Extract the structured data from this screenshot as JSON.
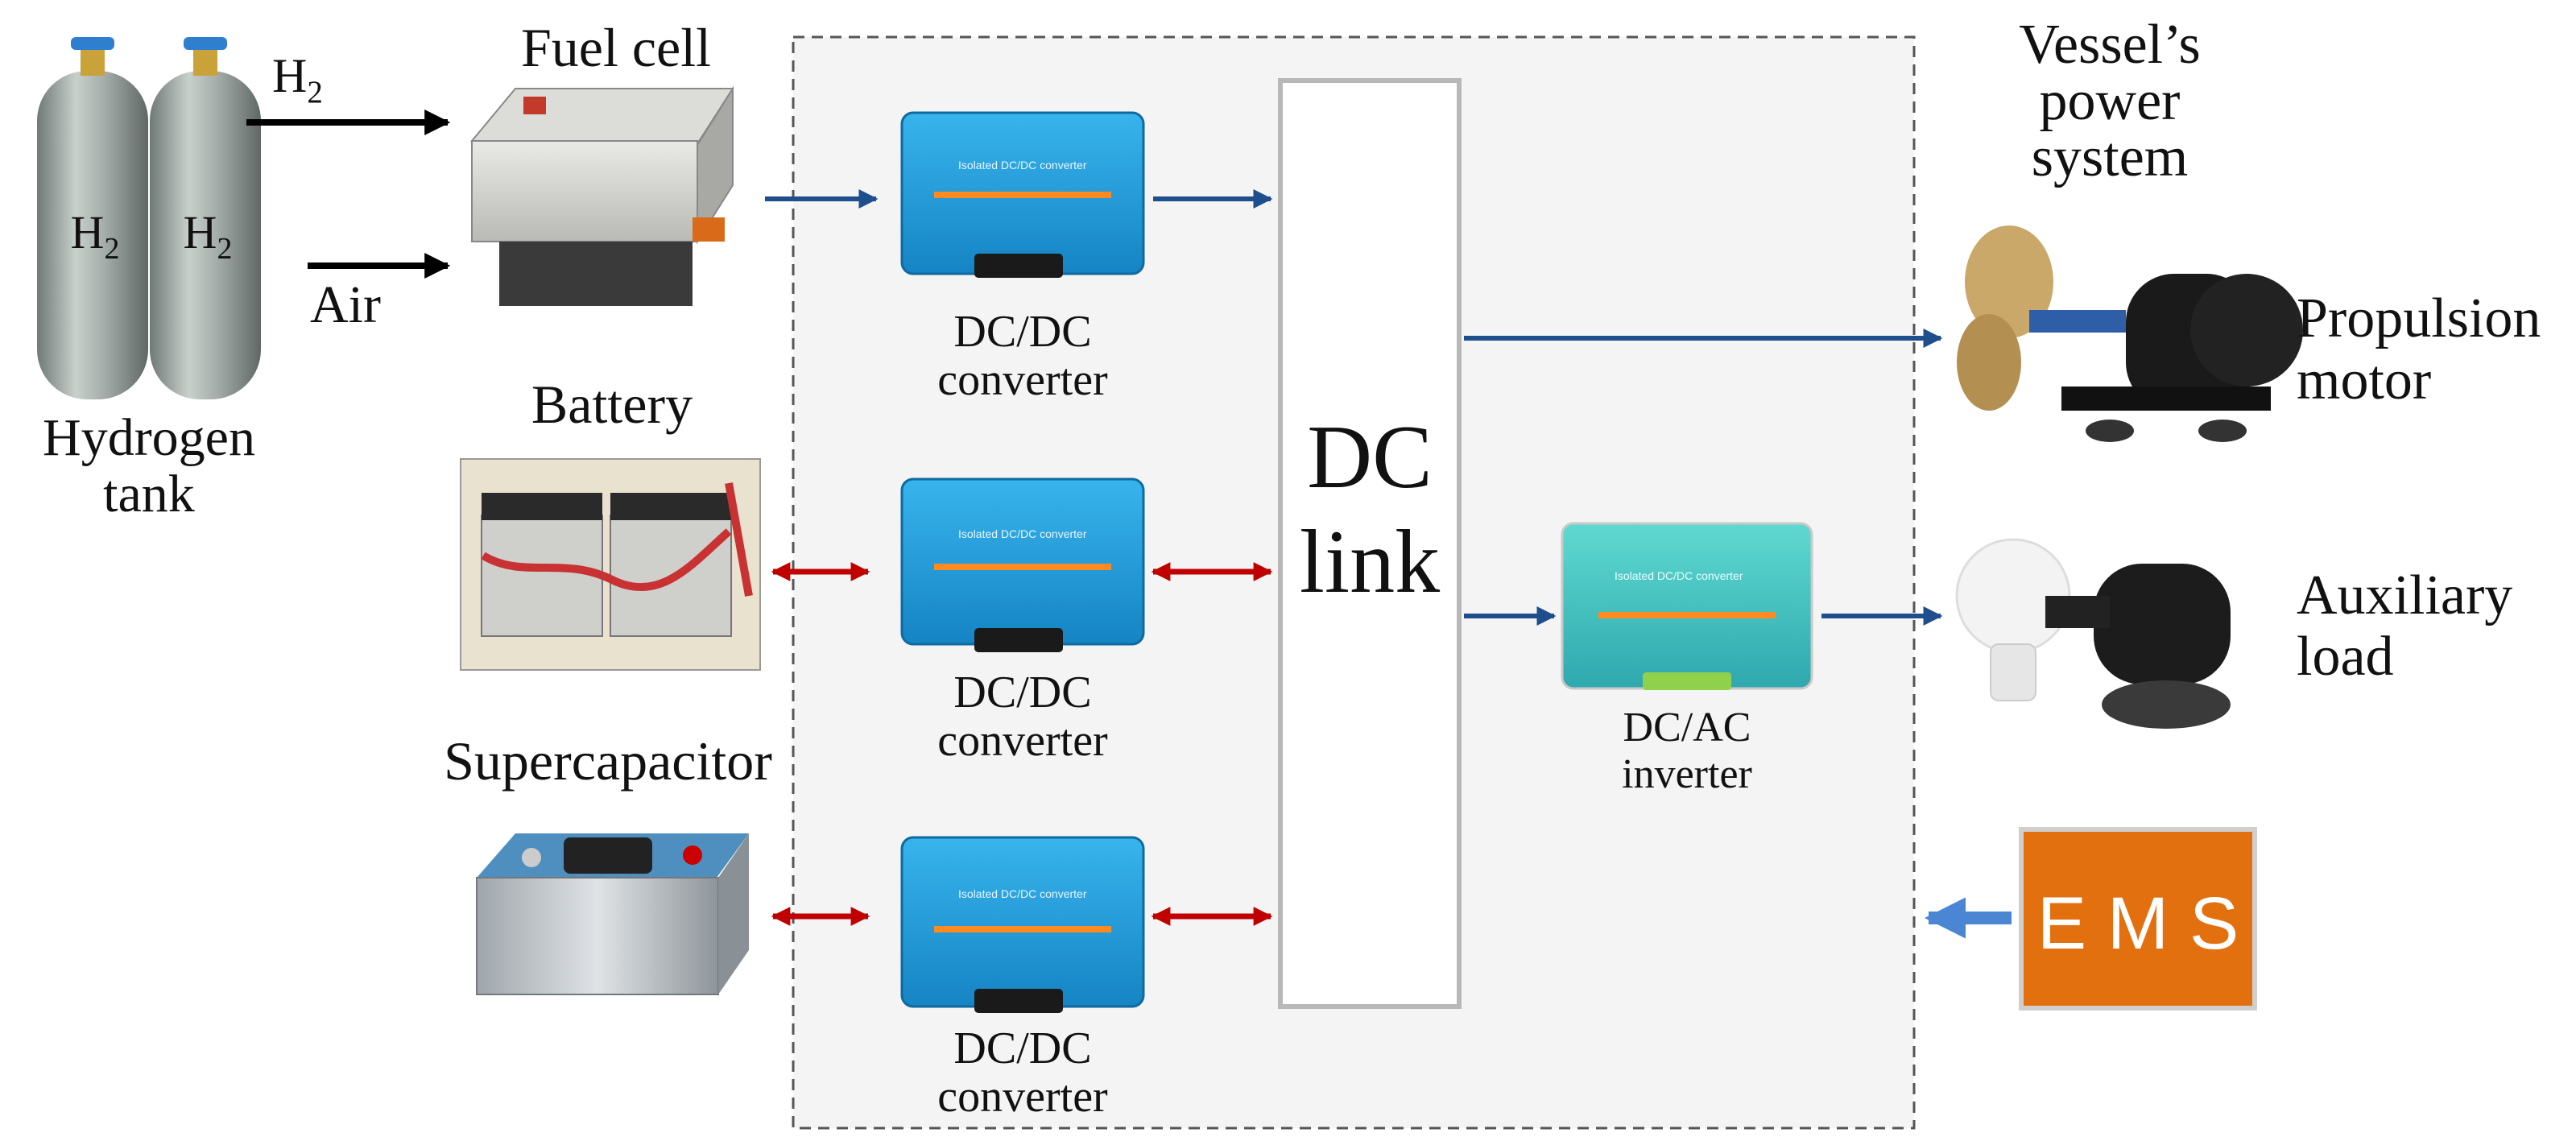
{
  "labels": {
    "fuel_cell": "Fuel cell",
    "h2_flow": "H2",
    "air": "Air",
    "tank_h2_left": "H2",
    "tank_h2_right": "H2",
    "hydrogen": "Hydrogen",
    "tank": "tank",
    "battery": "Battery",
    "supercapacitor": "Supercapacitor",
    "dc_link_1": "DC",
    "dc_link_2": "link",
    "vessel_1": "Vessel’s",
    "vessel_2": "power",
    "vessel_3": "system",
    "propulsion_1": "Propulsion",
    "propulsion_2": "motor",
    "auxiliary_1": "Auxiliary",
    "auxiliary_2": "load",
    "ems": "E M S"
  },
  "converters": [
    {
      "line1": "DC/DC",
      "line2": "converter",
      "device_text": "Isolated DC/DC converter"
    },
    {
      "line1": "DC/DC",
      "line2": "converter",
      "device_text": "Isolated DC/DC converter"
    },
    {
      "line1": "DC/DC",
      "line2": "converter",
      "device_text": "Isolated DC/DC converter"
    }
  ],
  "inverter": {
    "line1": "DC/AC",
    "line2": "inverter",
    "device_text": "Isolated DC/DC converter"
  },
  "colors": {
    "arrow_blue": "#1f4e8c",
    "arrow_red": "#c00000",
    "ems_fill": "#e2700f",
    "ems_arrow": "#4a86d4",
    "converter_blue": "#1f9bd8",
    "inverter_teal": "#3fc7c0",
    "tank_gray": "#9aa4a0"
  }
}
